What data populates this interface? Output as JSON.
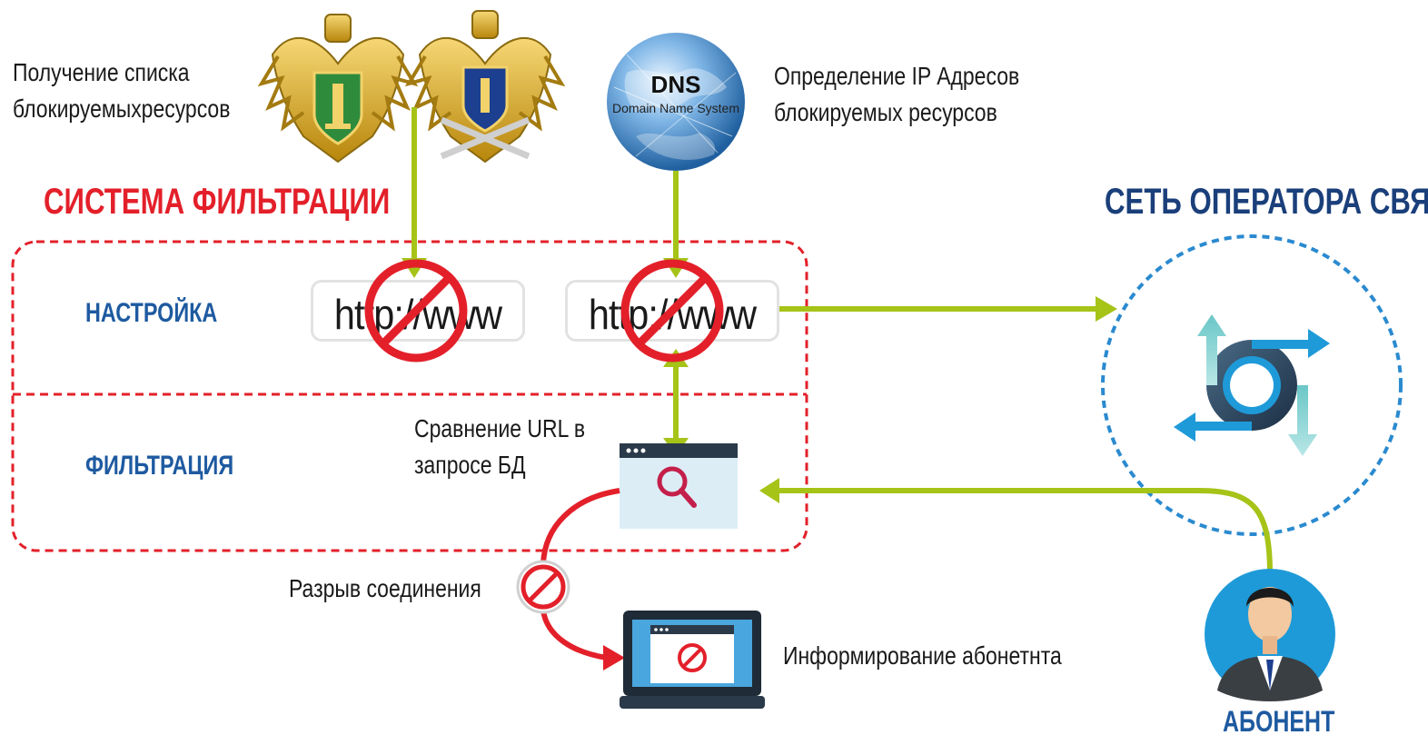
{
  "title_left": "СИСТЕМА ФИЛЬТРАЦИИ",
  "title_right": "СЕТЬ ОПЕРАТОРА СВЯЗИ",
  "label_setup": "НАСТРОЙКА",
  "label_filter": "ФИЛЬТРАЦИЯ",
  "text_get_list_line1": "Получение списка",
  "text_get_list_line2": "блокируемыхресурсов",
  "text_ip_line1": "Определение IP Адресов",
  "text_ip_line2": "блокируемых ресурсов",
  "text_compare_line1": "Сравнение URL в",
  "text_compare_line2": "запросе БД",
  "text_break": "Разрыв соединения",
  "text_inform": "Информирование абонетнта",
  "text_subscriber": "АБОНЕНТ",
  "url_1": "http://www",
  "url_2": "http://www",
  "dns_label": "DNS",
  "dns_sub": "Domain Name System",
  "colors": {
    "red": "#e3202a",
    "green": "#a6c318",
    "dark_blue": "#1a3f7a",
    "mid_blue": "#1e5aa0",
    "dashed_blue": "#2a8ad0"
  }
}
